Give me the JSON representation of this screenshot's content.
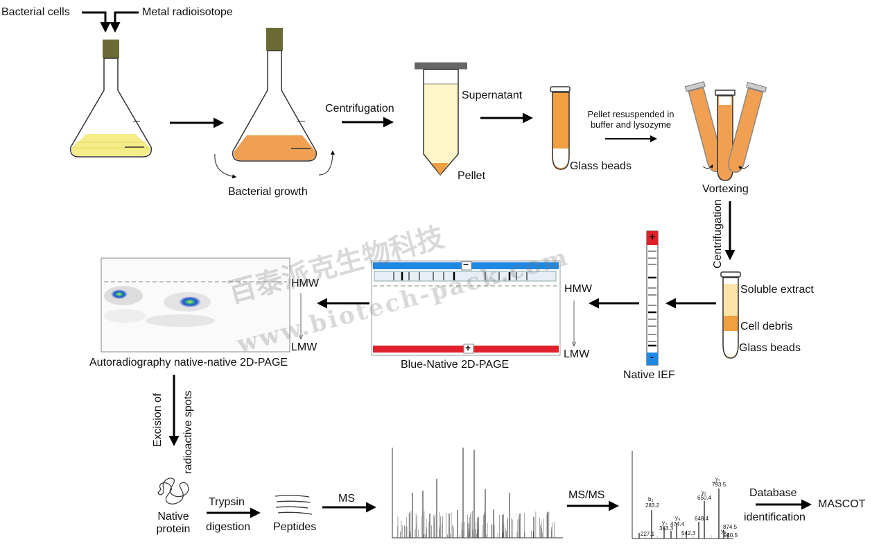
{
  "labels": {
    "bacterial_cells": "Bacterial cells",
    "metal_radioisotope": "Metal radioisotope",
    "bacterial_growth": "Bacterial growth",
    "centrifugation_1": "Centrifugation",
    "supernatant": "Supernatant",
    "pellet": "Pellet",
    "pellet_resuspended_1": "Pellet resuspended in",
    "pellet_resuspended_2": "buffer and lysozyme",
    "glass_beads_1": "Glass beads",
    "vortexing": "Vortexing",
    "centrifugation_2": "Centrifugation",
    "soluble_extract": "Soluble extract",
    "cell_debris": "Cell debris",
    "glass_beads_2": "Glass beads",
    "native_ief": "Native IEF",
    "ief_plus": "+",
    "ief_minus": "-",
    "bn_minus": "−",
    "bn_plus": "+",
    "hmw_1": "HMW",
    "lmw_1": "LMW",
    "blue_native": "Blue-Native 2D-PAGE",
    "hmw_2": "HMW",
    "lmw_2": "LMW",
    "autoradiography": "Autoradiography native-native 2D-PAGE",
    "excision_1": "Excision of",
    "excision_2": "radioactive spots",
    "native_protein_1": "Native",
    "native_protein_2": "protein",
    "trypsin_1": "Trypsin",
    "trypsin_2": "digestion",
    "peptides": "Peptides",
    "ms": "MS",
    "msms": "MS/MS",
    "database_1": "Database",
    "database_2": "identification",
    "mascot": "MASCOT"
  },
  "watermark": {
    "line1": "百泰派克生物科技",
    "line2": "www.biotech-pack.com"
  },
  "msms_peaks": {
    "b2": "b₂",
    "b2_mz": "283.2",
    "y7": "y₇",
    "y7_mz": "793.5",
    "y6": "y₆",
    "y6_mz": "650.4",
    "y3": "y₃",
    "y3_mz": "363.3",
    "y4": "y₄",
    "y4_mz": "474.4",
    "mz_227": "227.1",
    "mz_542": "542.3",
    "mz_648": "648.4",
    "y8": "y₈",
    "mz_874": "874.5",
    "mz_940": "940.5"
  },
  "colors": {
    "flask_cap": "#6b6a35",
    "medium_yellow": "#f5ec8a",
    "medium_orange": "#f0a050",
    "tube_fill": "#fdf6c8",
    "pellet": "#f0a040",
    "ief_plus": "#e0202a",
    "ief_minus": "#1e88e5",
    "bn_bar_blue": "#1e88e5",
    "bn_bar_red": "#e0202a",
    "spot_blue": "#1f4fd0"
  }
}
